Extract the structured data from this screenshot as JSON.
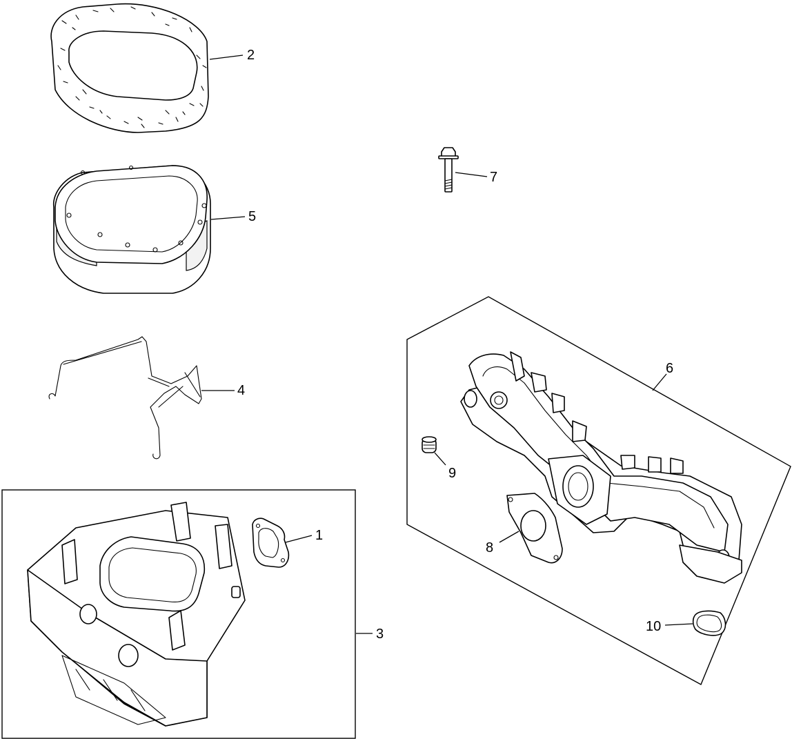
{
  "callouts": [
    {
      "id": "1",
      "label": "1"
    },
    {
      "id": "2",
      "label": "2"
    },
    {
      "id": "3",
      "label": "3"
    },
    {
      "id": "4",
      "label": "4"
    },
    {
      "id": "5",
      "label": "5"
    },
    {
      "id": "6",
      "label": "6"
    },
    {
      "id": "7",
      "label": "7"
    },
    {
      "id": "8",
      "label": "8"
    },
    {
      "id": "9",
      "label": "9"
    },
    {
      "id": "10",
      "label": "10"
    }
  ],
  "colors": {
    "ink": "#000000",
    "background": "#ffffff",
    "shade": "#d9d9d9"
  }
}
